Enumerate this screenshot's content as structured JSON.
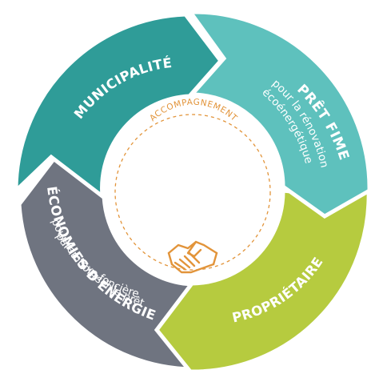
{
  "cycle": {
    "center": {
      "label": "ACCOMPAGNEMENT",
      "icon": "handshake-icon",
      "color": "#e2943a"
    },
    "segments": [
      {
        "key": "municipalite",
        "title": "MUNICIPALITÉ",
        "color": "#2f9c98"
      },
      {
        "key": "pret",
        "title": "PRÊT FIME",
        "subtitle_lines": [
          "pour la rénovation",
          "écoénergétique"
        ],
        "color": "#5ec1bd"
      },
      {
        "key": "proprietaire",
        "title": "PROPRIÉTAIRE",
        "color": "#b6cb3f"
      },
      {
        "key": "economies",
        "title": "ÉCONOMIES D'ÉNERGIE",
        "subtitle_lines": [
          "pour rembourser le prêt",
          "par la taxe foncière"
        ],
        "color": "#6f7480"
      }
    ]
  }
}
